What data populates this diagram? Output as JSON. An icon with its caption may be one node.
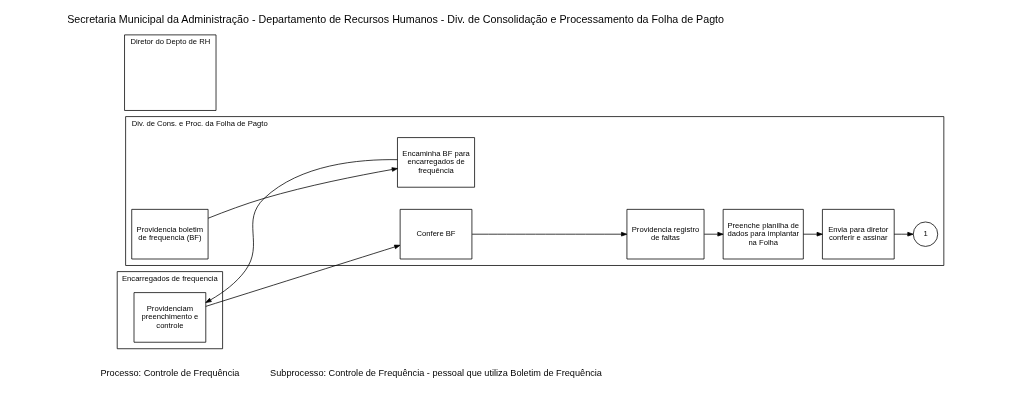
{
  "diagram": {
    "title": "Secretaria Municipal da Administração - Departamento de Recursos Humanos - Div. de Consolidação e Processamento da Folha de Pagto",
    "nodes": [
      {
        "text": [
          "Div. de Cons. e Proc. da Folha de Pagto"
        ]
      },
      {
        "text": [
          "Providencia boletim de frequencia (BF)"
        ],
        "in": 0
      },
      {
        "text": [
          "Encaminha BF para encarregados de frequência"
        ],
        "in": 0
      },
      {
        "text": [
          "Confere BF"
        ],
        "in": 0
      },
      {
        "text": [
          "Providencia registro de faltas"
        ],
        "in": 0
      },
      {
        "text": [
          "Preenche planilha de dados para implantar na Folha"
        ],
        "in": 0
      },
      {
        "text": [
          "Envia para diretor conferir e assinar"
        ],
        "in": 0
      },
      {
        "text": [
          "1"
        ],
        "in": 0
      },
      {
        "text": [
          "Encarregados de frequencia"
        ]
      },
      {
        "text": [
          "Providenciam preenchimento e controle"
        ],
        "in": 8
      },
      {
        "text": [
          "Diretor do Depto de RH"
        ]
      }
    ],
    "edges": [
      {
        "from": 1,
        "to": 2,
        "arrow": "to"
      },
      {
        "from": 2,
        "to": 9,
        "arrow": "to"
      },
      {
        "from": 9,
        "to": 3,
        "arrow": "to"
      },
      {
        "from": 3,
        "to": 4,
        "arrow": "to"
      },
      {
        "from": 4,
        "to": 5,
        "arrow": "to"
      },
      {
        "from": 5,
        "to": 6,
        "arrow": "to"
      },
      {
        "from": 6,
        "to": 7,
        "arrow": "to"
      }
    ],
    "labels": [
      "Processo: Controle de Frequência",
      "Subprocesso: Controle de Frequência - pessoal que utiliza Boletim de Frequência"
    ]
  }
}
